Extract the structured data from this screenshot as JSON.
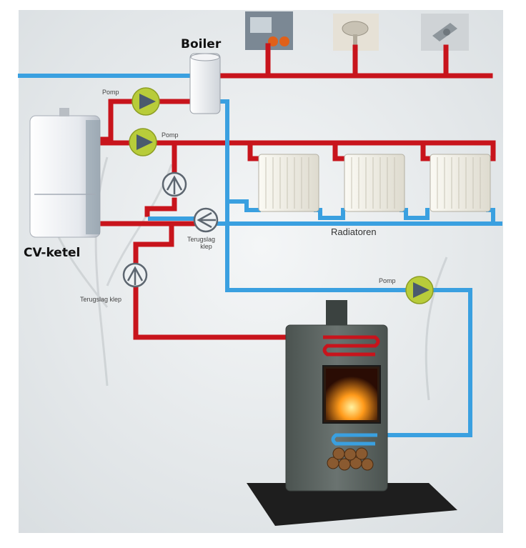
{
  "labels": {
    "boiler": "Boiler",
    "cv_ketel": "CV-ketel",
    "radiatoren": "Radiatoren",
    "pomp_top": "Pomp",
    "pomp_mid": "Pomp",
    "pomp_right": "Pomp",
    "terugslag_klep_1_line1": "Terugslag",
    "terugslag_klep_1_line2": "klep",
    "terugslag_klep_2": "Terugslag klep"
  },
  "colors": {
    "hot_pipe": "#c8141c",
    "cold_pipe": "#3aa0e0",
    "pump": "#b8cc3a",
    "stove": "#5a6360"
  }
}
